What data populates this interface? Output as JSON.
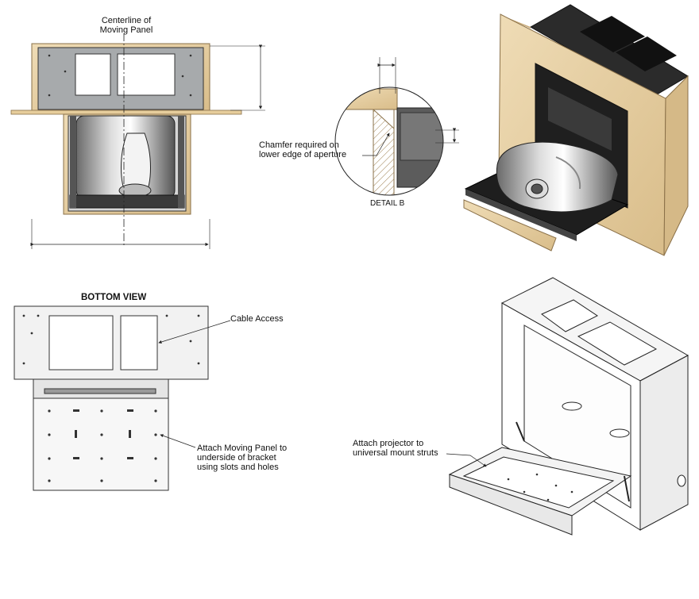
{
  "front_view": {
    "centerline_label_line1": "Centerline of",
    "centerline_label_line2": "Moving Panel"
  },
  "detail_b": {
    "title": "DETAIL B",
    "chamfer_note_line1": "Chamfer required on",
    "chamfer_note_line2": "lower edge of aperture"
  },
  "bottom_view": {
    "title": "BOTTOM VIEW",
    "cable_access_label": "Cable Access",
    "attach_panel_line1": "Attach Moving Panel to",
    "attach_panel_line2": "underside of bracket",
    "attach_panel_line3": "using slots and holes"
  },
  "iso_frame": {
    "attach_projector_line1": "Attach projector to",
    "attach_projector_line2": "universal mount struts"
  },
  "colors": {
    "wood": "#e9d3a8",
    "wood_edge": "#b89a6a",
    "metal_dark": "#2a2a2a",
    "metal_grey": "#8f9496",
    "panel_light": "#f2f2f2",
    "line": "#222222"
  }
}
